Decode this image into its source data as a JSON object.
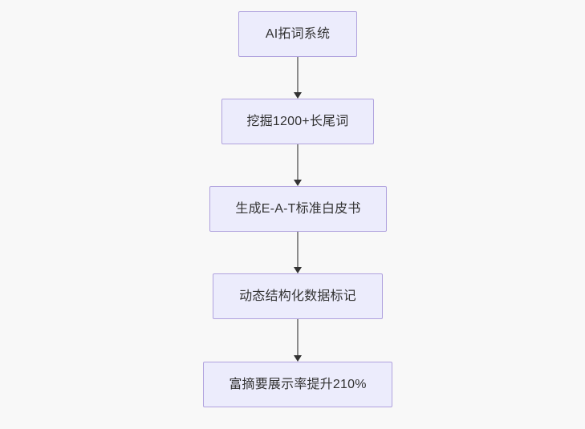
{
  "diagram": {
    "type": "flowchart",
    "direction": "top-to-bottom",
    "background_color": "#f8f8f8",
    "node_fill_color": "#ececfc",
    "node_border_color": "#b0a2de",
    "node_text_color": "#333333",
    "connector_line_color": "#8c8c8c",
    "connector_arrow_color": "#333333",
    "nodes": [
      {
        "id": "n1",
        "label": "AI拓词系统"
      },
      {
        "id": "n2",
        "label": "挖掘1200+长尾词"
      },
      {
        "id": "n3",
        "label": "生成E-A-T标准白皮书"
      },
      {
        "id": "n4",
        "label": "动态结构化数据标记"
      },
      {
        "id": "n5",
        "label": "富摘要展示率提升210%"
      }
    ],
    "edges": [
      {
        "from": "n1",
        "to": "n2"
      },
      {
        "from": "n2",
        "to": "n3"
      },
      {
        "from": "n3",
        "to": "n4"
      },
      {
        "from": "n4",
        "to": "n5"
      }
    ]
  }
}
